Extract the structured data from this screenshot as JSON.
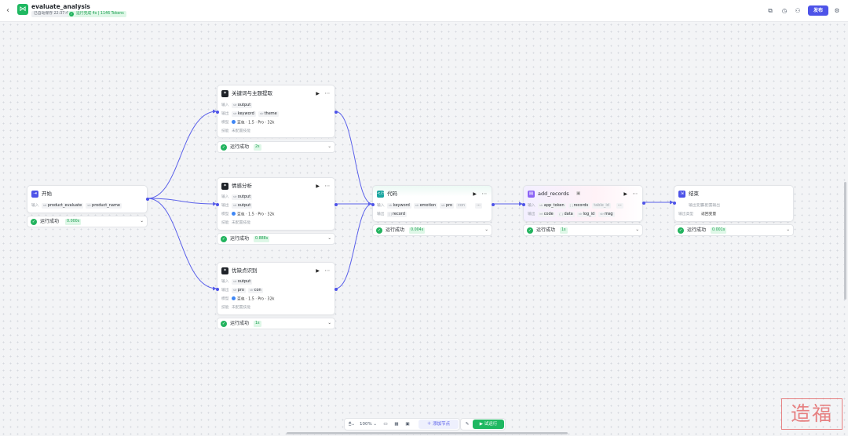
{
  "header": {
    "back_icon": "chevron-left-icon",
    "app_logo_icon": "workflow-icon",
    "title": "evaluate_analysis",
    "autosave": "已自动保存 22:37:43",
    "run_status": "运行完成 4s | 1146 Tokens",
    "publish_label": "发布"
  },
  "labels": {
    "input": "输入",
    "output": "输出",
    "model": "模型",
    "skill": "技能",
    "output_var": "输出变量",
    "output_type": "输出类型",
    "status": "运行成功"
  },
  "nodes": {
    "start": {
      "title": "开始",
      "inputs": [
        "product_evaluate",
        "product_name"
      ],
      "time": "0.000s"
    },
    "keyword": {
      "title": "关键词与主题提取",
      "input": "output",
      "outputs": [
        "keyword",
        "theme"
      ],
      "model": "豆包 · 1.5 · Pro · 32k",
      "skill": "未配置技能",
      "time": "2s"
    },
    "sentiment": {
      "title": "情感分析",
      "input": "output",
      "output": "output",
      "model": "豆包 · 1.5 · Pro · 32k",
      "skill": "未配置技能",
      "time": "0.888s"
    },
    "proscons": {
      "title": "优缺点识别",
      "input": "output",
      "outputs": [
        "pro",
        "con"
      ],
      "model": "豆包 · 1.5 · Pro · 32k",
      "skill": "未配置技能",
      "time": "1s"
    },
    "code": {
      "title": "代码",
      "inputs": [
        "keyword",
        "emotion",
        "pro",
        "con"
      ],
      "output": "record",
      "time": "0.004s"
    },
    "add_records": {
      "title": "add_records",
      "inputs": [
        "app_token",
        "records",
        "table_id"
      ],
      "outputs": [
        "code",
        "data",
        "log_id",
        "msg"
      ],
      "time": "1s"
    },
    "end": {
      "title": "结束",
      "output_var": "未配置输出",
      "output_type": "返回变量",
      "time": "0.001s"
    }
  },
  "toolbar": {
    "zoom": "100%",
    "add_node_label": "添加节点",
    "test_run_label": "试运行"
  },
  "watermark": "造福"
}
